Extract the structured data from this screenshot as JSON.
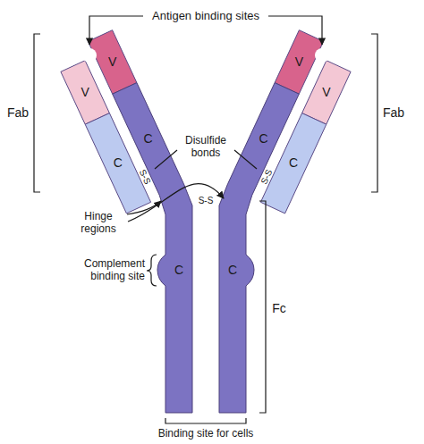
{
  "diagram": {
    "nodes": [
      {
        "text": [
          "V"
        ]
      },
      {
        "text": [
          "V"
        ]
      },
      {
        "text": [
          "V"
        ]
      },
      {
        "text": [
          "V"
        ]
      },
      {
        "text": [
          "C"
        ]
      },
      {
        "text": [
          "C"
        ]
      },
      {
        "text": [
          "C"
        ]
      },
      {
        "text": [
          "C"
        ]
      },
      {
        "text": [
          "C"
        ]
      },
      {
        "text": [
          "C"
        ]
      }
    ],
    "labels": [
      "Antigen binding sites",
      "Fab",
      "Fab",
      "Disulfide bonds",
      "S-S",
      "S-S",
      "S-S",
      "Hinge regions",
      "Complement binding site",
      "Fc",
      "Binding site for cells"
    ]
  }
}
